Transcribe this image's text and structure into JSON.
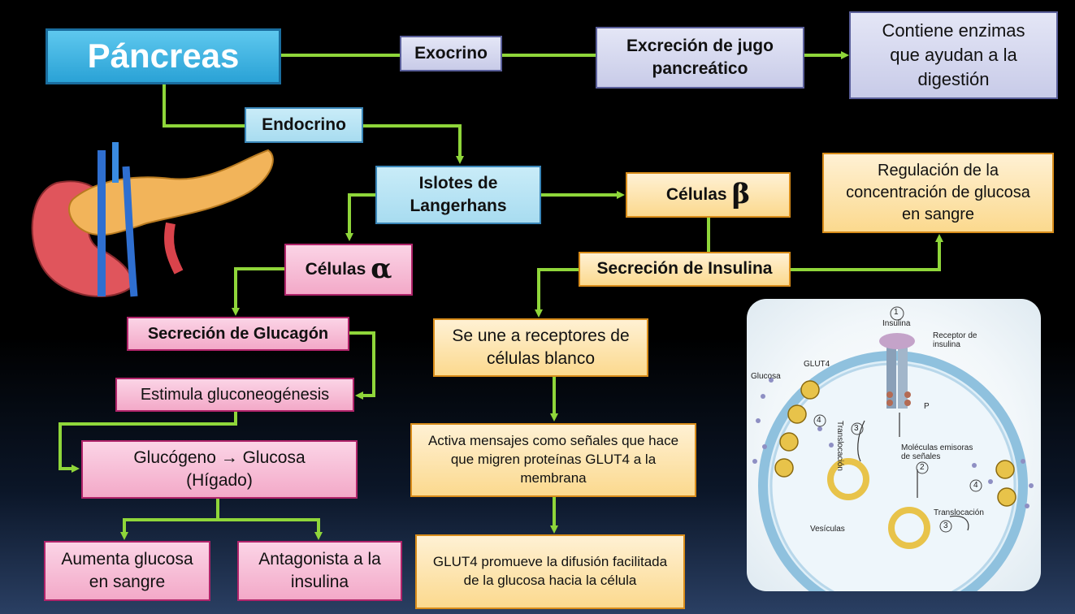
{
  "nodes": {
    "pancreas": "Páncreas",
    "exocrine": "Exocrino",
    "excretion": "Excreción de jugo pancreático",
    "enzymes": "Contiene enzimas que ayudan a la digestión",
    "endocrine": "Endocrino",
    "islets": "Islotes de Langerhans",
    "beta_cells_label": "Células",
    "beta_symbol": "β",
    "alpha_cells_label": "Células",
    "alpha_symbol": "α",
    "glucose_regulation": "Regulación de la concentración de glucosa en sangre",
    "insulin_secretion": "Secreción de Insulina",
    "glucagon_secretion": "Secreción de Glucagón",
    "receptors": "Se une a receptores de células blanco",
    "gluconeogenesis": "Estimula gluconeogénesis",
    "glycogen_line1": "Glucógeno → Glucosa",
    "glycogen_line2": "(Hígado)",
    "activates": "Activa mensajes como señales que hace que migren proteínas GLUT4 a la membrana",
    "raises_glucose": "Aumenta glucosa en sangre",
    "antagonist": "Antagonista a la insulina",
    "glut4_diffusion": "GLUT4 promueve la difusión facilitada de la glucosa hacia la célula"
  },
  "figure": {
    "labels": {
      "num1": "1",
      "insulina": "Insulina",
      "receptor": "Receptor de insulina",
      "glut4": "GLUT4",
      "glucosa": "Glucosa",
      "p": "P",
      "translocacion_v": "Translocación",
      "num3a": "3",
      "num4a": "4",
      "moleculas": "Moléculas emisoras de señales",
      "num2": "2",
      "num4b": "4",
      "translocacion_h": "Translocación",
      "num3b": "3",
      "vesiculas": "Vesículas"
    }
  },
  "colors": {
    "connector": "#8fd63a",
    "background": "#000000"
  }
}
